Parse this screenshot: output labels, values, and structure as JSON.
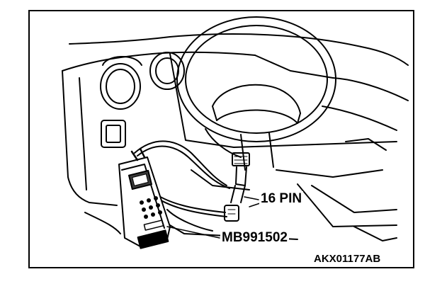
{
  "labels": {
    "connector": "16 PIN",
    "tool": "MB991502",
    "figure_code": "AKX01177AB"
  },
  "colors": {
    "ink": "#000000",
    "paper": "#ffffff",
    "screen": "#3a3a3a"
  }
}
